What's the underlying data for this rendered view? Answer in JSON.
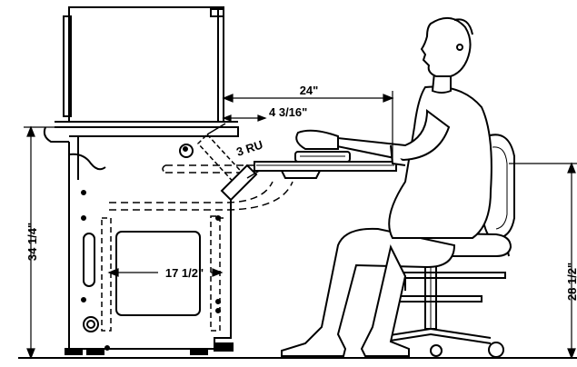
{
  "dimensions": {
    "overall_height": "34 1/4\"",
    "keyboard_height": "28 1/2\"",
    "reach": "24\"",
    "offset": "4 3/16\"",
    "rack_units": "3 RU",
    "inner_width": "17 1/2\""
  }
}
